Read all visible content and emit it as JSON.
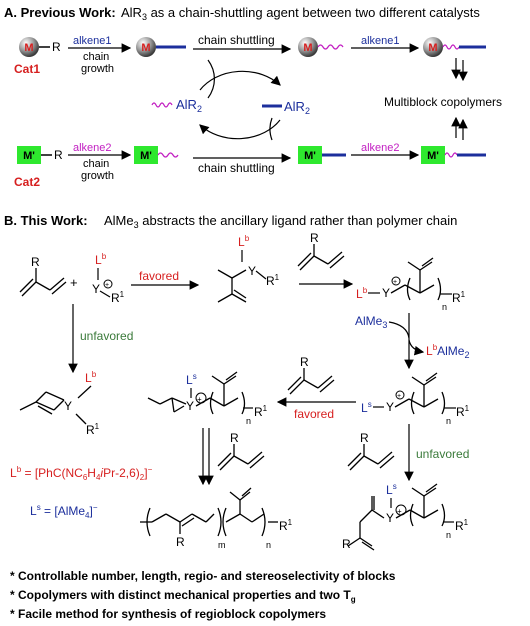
{
  "sectionA": {
    "label": "A. Previous Work:",
    "title": "AlR",
    "title_sub": "3",
    "title_rest": " as a chain-shuttling agent between two different catalysts",
    "cat1": "Cat1",
    "cat2": "Cat2",
    "M": "M",
    "Mprime": "M'",
    "R": "R",
    "alkene1": "alkene1",
    "alkene2": "alkene2",
    "chain": "chain",
    "growth": "growth",
    "chain_shuttling": "chain shuttling",
    "alr2": "AlR",
    "alr2_sub": "2",
    "multiblock": "Multiblock copolymers"
  },
  "sectionB": {
    "label": "B. This Work:",
    "title": "AlMe",
    "title_sub": "3",
    "title_rest": " abstracts the ancillary ligand rather than polymer chain",
    "favored": "favored",
    "unfavored": "unfavored",
    "Lb": "L",
    "Lb_sup": "b",
    "Ls": "L",
    "Ls_sup": "s",
    "Y": "Y",
    "R": "R",
    "R1": "R",
    "R1_sup": "1",
    "n": "n",
    "m": "m",
    "almeLabel": "AlMe",
    "almeSub": "3",
    "lbalme2": "AlMe",
    "lbalme2_sub": "2",
    "lb_def": "= [PhC(NC",
    "lb_def2": "6",
    "lb_def3": "H",
    "lb_def4": "4",
    "lb_def5": "Pr",
    "lb_def6": "-2,6)",
    "lb_def7": "2",
    "lb_def8": "]",
    "lb_def9": "−",
    "lb_def_i": "i",
    "ls_def": "= [AlMe",
    "ls_def2": "4",
    "ls_def3": "]",
    "ls_def4": "−"
  },
  "bullets": {
    "b1": "* Controllable number, length, regio- and stereoselectivity of blocks",
    "b2": "* Copolymers with distinct mechanical properties and two T",
    "b2_sub": "g",
    "b3": "* Facile method for synthesis of regioblock copolymers"
  },
  "colors": {
    "red": "#d61f1f",
    "blue": "#1c2f9c",
    "magenta": "#c21ec2",
    "green": "#2db82d",
    "darkgreen": "#3a7a3a"
  }
}
